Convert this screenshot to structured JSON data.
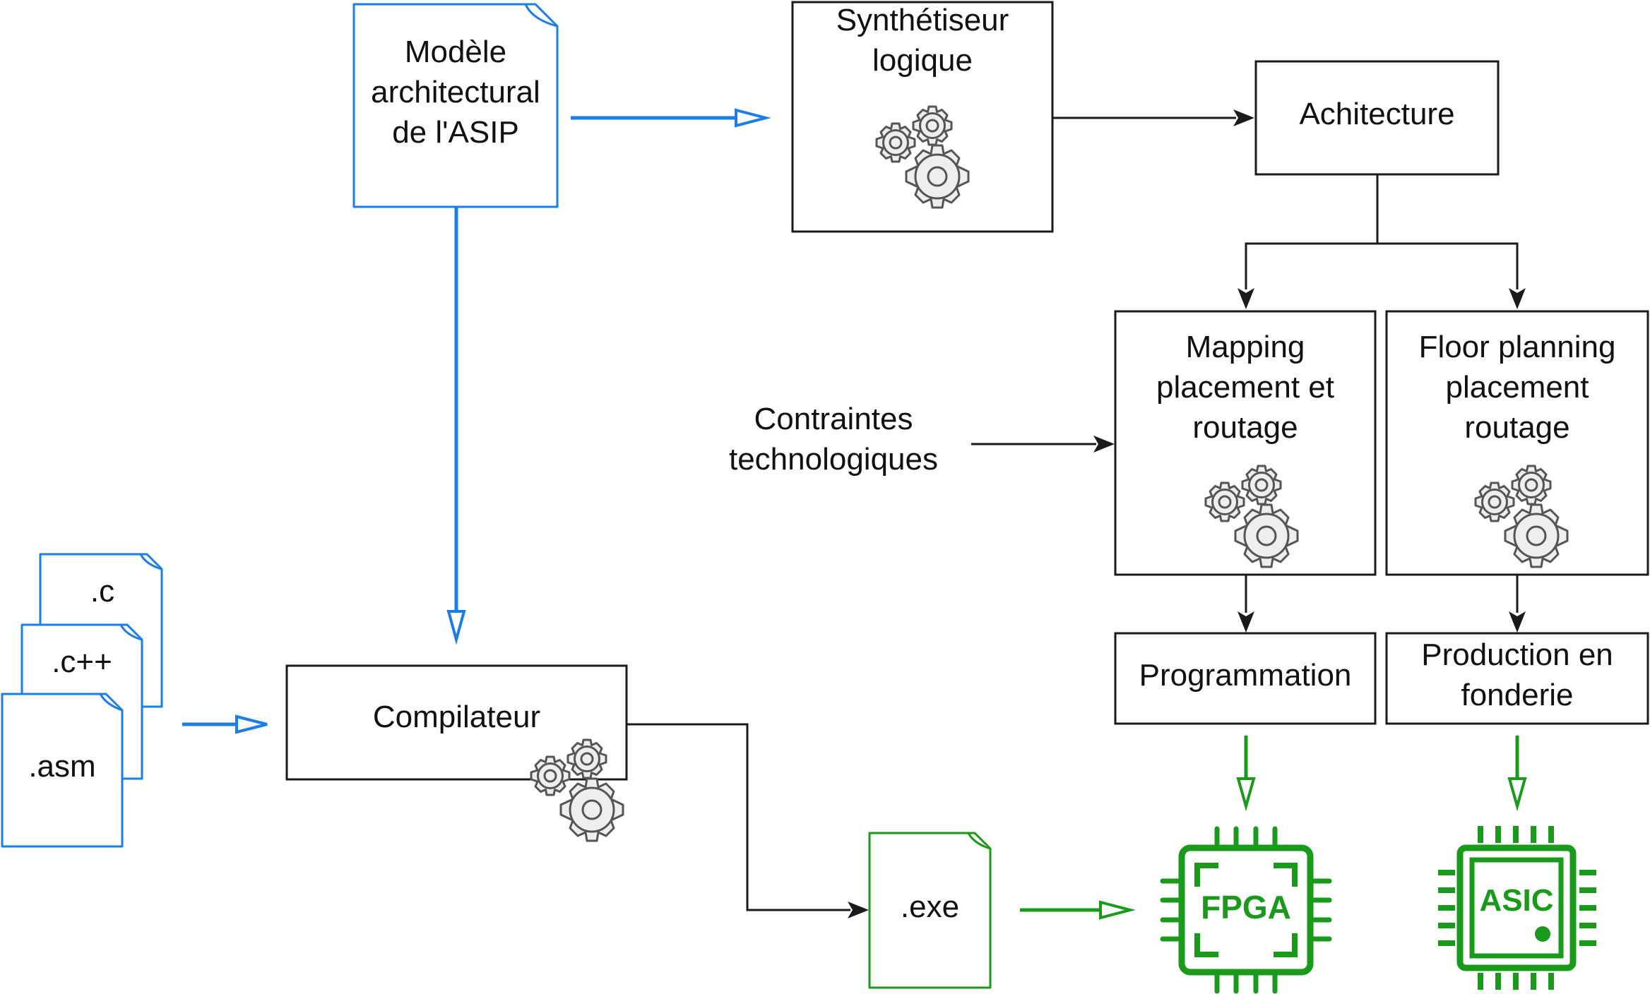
{
  "colors": {
    "blue": "#1a7ee8",
    "green": "#1a9a1a",
    "black": "#1a1a1a",
    "gear_fill": "#eeeeee",
    "gear_stroke": "#555555"
  },
  "nodes": {
    "model": "Modèle\narchitectural\nde l'ASIP",
    "synth": "Synthétiseur\nlogique",
    "arch": "Achitecture",
    "mapping": "Mapping\nplacement et\nroutage",
    "floor": "Floor planning\nplacement\nroutage",
    "constraints": "Contraintes\ntechnologiques",
    "prog": "Programmation",
    "prod": "Production en\nfonderie",
    "compiler": "Compilateur",
    "exe": ".exe",
    "file_c": ".c",
    "file_cpp": ".c++",
    "file_asm": ".asm"
  },
  "chips": {
    "fpga": "FPGA",
    "asic": "ASIC"
  },
  "icons": [
    "gears-icon",
    "fpga-chip-icon",
    "asic-chip-icon",
    "document-icon"
  ]
}
